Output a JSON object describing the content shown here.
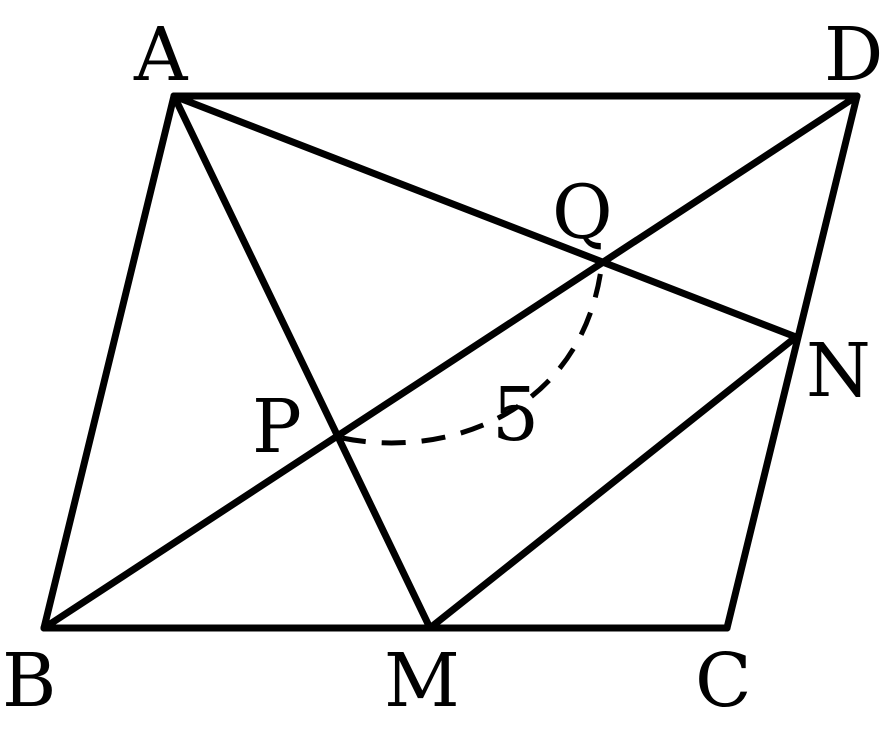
{
  "diagram": {
    "points": [
      {
        "id": "A",
        "label": "A"
      },
      {
        "id": "D",
        "label": "D"
      },
      {
        "id": "B",
        "label": "B"
      },
      {
        "id": "C",
        "label": "C"
      },
      {
        "id": "M",
        "label": "M"
      },
      {
        "id": "N",
        "label": "N"
      },
      {
        "id": "P",
        "label": "P"
      },
      {
        "id": "Q",
        "label": "Q"
      }
    ],
    "segments": [
      {
        "id": "AD",
        "from": "A",
        "to": "D",
        "style": "solid"
      },
      {
        "id": "AB",
        "from": "A",
        "to": "B",
        "style": "solid"
      },
      {
        "id": "BC",
        "from": "B",
        "to": "C",
        "style": "solid"
      },
      {
        "id": "CD",
        "from": "C",
        "to": "D",
        "style": "solid"
      },
      {
        "id": "BD",
        "from": "B",
        "to": "D",
        "style": "solid"
      },
      {
        "id": "AM",
        "from": "A",
        "to": "M",
        "style": "solid"
      },
      {
        "id": "AN",
        "from": "A",
        "to": "N",
        "style": "solid"
      },
      {
        "id": "MN",
        "from": "M",
        "to": "N",
        "style": "solid"
      }
    ],
    "measure": {
      "from": "P",
      "to": "Q",
      "label": "5",
      "style": "dashed"
    },
    "colors": {
      "stroke": "#000000",
      "background": "#ffffff"
    }
  }
}
